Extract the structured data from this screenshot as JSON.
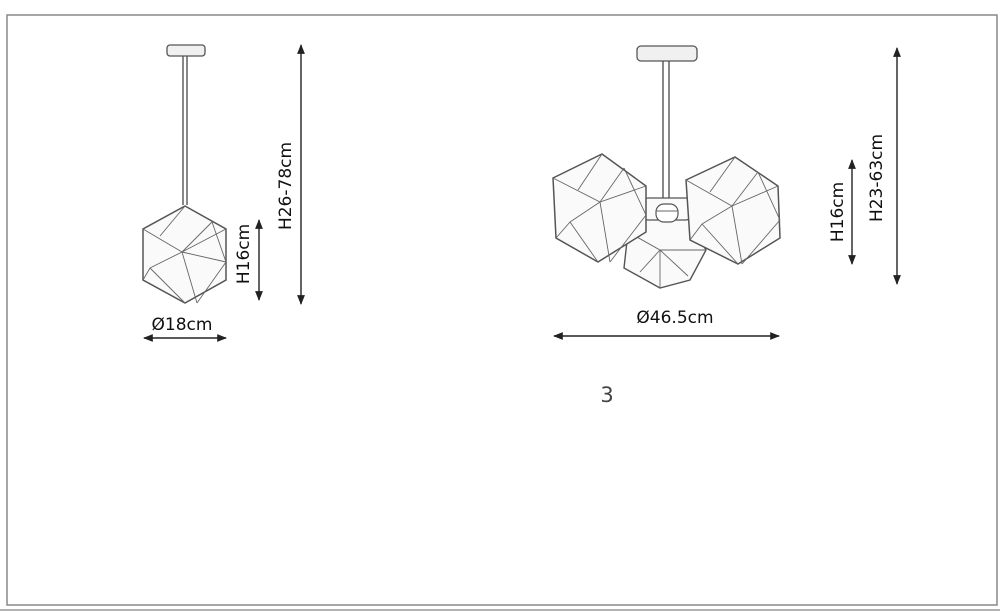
{
  "diagram": {
    "left_lamp": {
      "width_label": "Ø18cm",
      "shade_height_label": "H16cm",
      "total_height_label": "H26-78cm"
    },
    "right_lamp": {
      "width_label": "Ø46.5cm",
      "shade_height_label": "H16cm",
      "total_height_label": "H23-63cm",
      "count_label": "3"
    }
  },
  "colors": {
    "line": "#555555",
    "text": "#111111",
    "border": "#888888"
  }
}
